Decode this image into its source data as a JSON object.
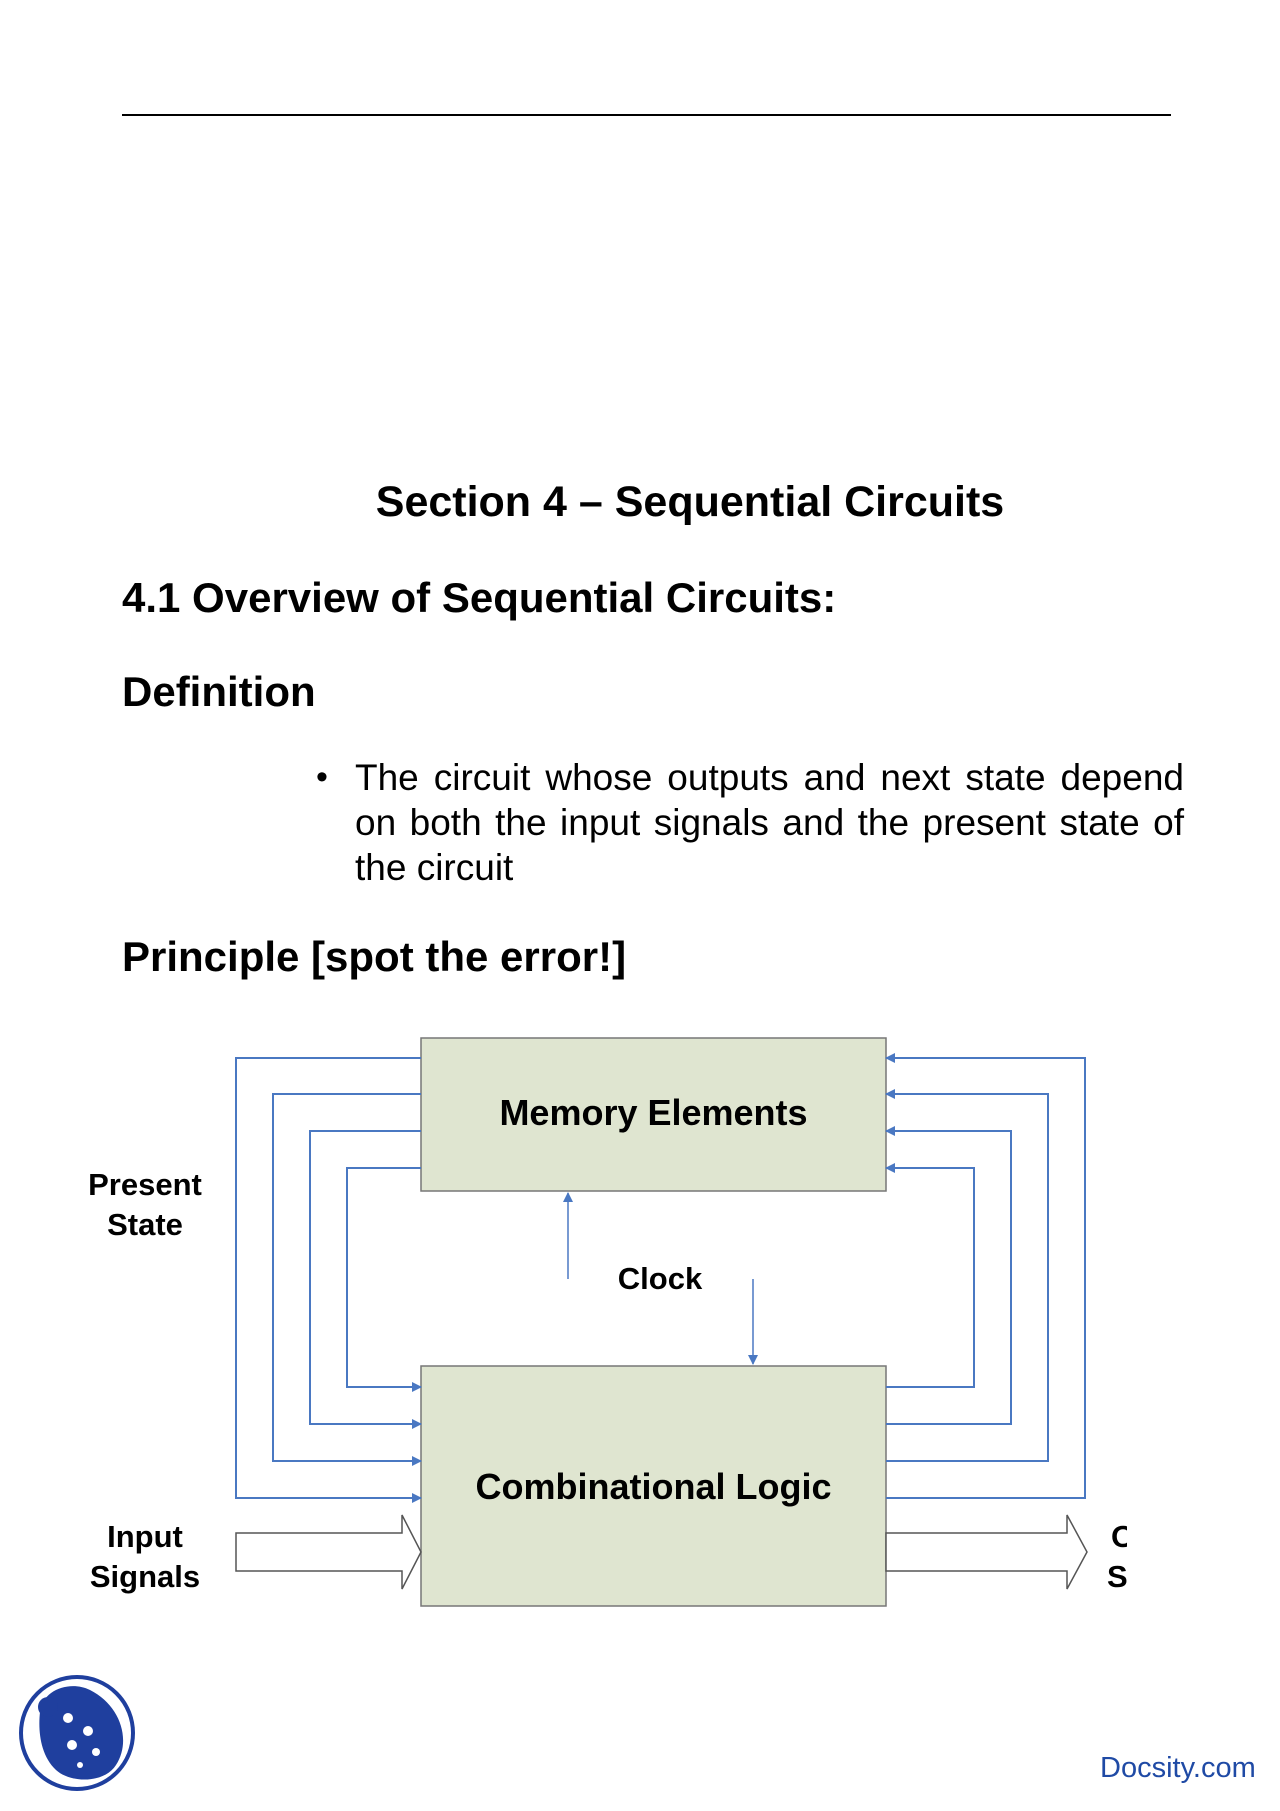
{
  "page": {
    "section_title": "Section 4 – Sequential Circuits",
    "overview_heading": "4.1 Overview of Sequential Circuits:",
    "definition_heading": "Definition",
    "definition_bullet": "The circuit whose outputs and next state depend on both the input signals and the present state of the circuit",
    "principle_heading": "Principle [spot the error!]"
  },
  "diagram": {
    "memory_label": "Memory Elements",
    "combinational_label": "Combinational Logic",
    "clock_label": "Clock",
    "present_state_line1": "Present",
    "present_state_line2": "State",
    "input_line1": "Input",
    "input_line2": "Signals",
    "output_line1": "Output",
    "output_line2": "Signals",
    "box_fill": "#dfe5d0",
    "line_color": "#4a78c2"
  },
  "footer": {
    "brand_text": "Docsity.com",
    "brand_color": "#1f4aa5",
    "logo_icon": "ladybug-logo-icon"
  }
}
